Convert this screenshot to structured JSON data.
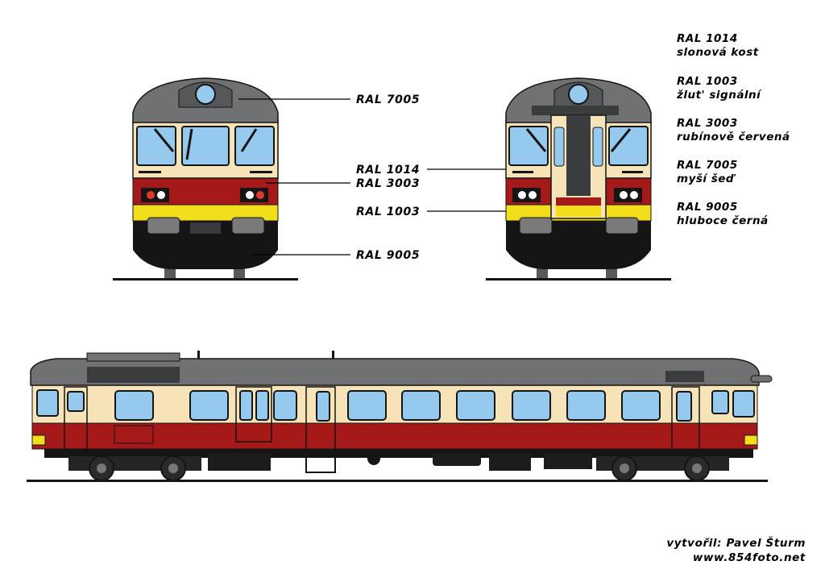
{
  "colors": {
    "roof_grey": "#6f7173",
    "ivory": "#f6e3b8",
    "red": "#a51919",
    "yellow": "#f2de1a",
    "black": "#151515",
    "glass": "#96c9ee",
    "lamp_red": "#e23a2a"
  },
  "callouts": {
    "front_roof": "RAL 7005",
    "front_red": "RAL 3003",
    "front_bottom": "RAL 9005",
    "rear_ivory": "RAL 1014",
    "rear_yellow": "RAL 1003"
  },
  "legend": [
    {
      "code": "RAL 1014",
      "name": "slonová kost"
    },
    {
      "code": "RAL 1003",
      "name": "žlut' signální"
    },
    {
      "code": "RAL 3003",
      "name": "rubínově červená"
    },
    {
      "code": "RAL 7005",
      "name": "myší šeď"
    },
    {
      "code": "RAL 9005",
      "name": "hluboce černá"
    }
  ],
  "credit": {
    "author": "vytvořil: Pavel Šturm",
    "website": "www.854foto.net"
  }
}
